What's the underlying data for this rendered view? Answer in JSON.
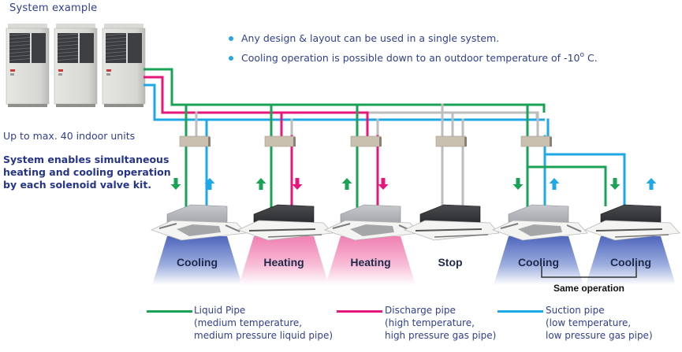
{
  "header": {
    "title": "System example"
  },
  "bullets": [
    {
      "text": "Any design & layout can be used in a single system."
    },
    {
      "text_before": "Cooling operation is possible down to an outdoor temperature of -10",
      "sup": "o",
      "text_after": " C."
    }
  ],
  "side_notes": {
    "max_units": "Up to max. 40 indoor units",
    "enables": "System enables simultaneous heating and cooling operation by each solenoid valve kit."
  },
  "outdoor_units": {
    "count": 3
  },
  "colors": {
    "liquid": "#1aa356",
    "discharge": "#e6177a",
    "suction": "#1ea8e6",
    "inactive": "#bdbdbd",
    "valve_kit": "#c9c0b0",
    "cooling_air": "#5b74c4",
    "heating_air": "#f08cb8",
    "text": "#2f3f8f"
  },
  "indoor_units": [
    {
      "label": "Cooling",
      "mode": "cooling",
      "panel": "white",
      "pipes": [
        "liquid-down",
        "suction-up"
      ]
    },
    {
      "label": "Heating",
      "mode": "heating",
      "panel": "dark",
      "pipes": [
        "liquid-up",
        "discharge-down"
      ]
    },
    {
      "label": "Heating",
      "mode": "heating",
      "panel": "white",
      "pipes": [
        "liquid-up",
        "discharge-down"
      ]
    },
    {
      "label": "Stop",
      "mode": "stop",
      "panel": "dark",
      "pipes": []
    },
    {
      "label": "Cooling",
      "mode": "cooling",
      "panel": "white",
      "pipes": [
        "liquid-down",
        "suction-up"
      ]
    },
    {
      "label": "Cooling",
      "mode": "cooling",
      "panel": "dark",
      "pipes": [
        "liquid-down",
        "suction-up"
      ]
    }
  ],
  "group_note": "Same operation",
  "legend": [
    {
      "key": "liquid",
      "title": "Liquid Pipe",
      "line2": "(medium temperature,",
      "line3": "medium pressure liquid pipe)"
    },
    {
      "key": "discharge",
      "title": "Discharge pipe",
      "line2": "(high temperature,",
      "line3": "high pressure gas pipe)"
    },
    {
      "key": "suction",
      "title": "Suction pipe",
      "line2": "(low temperature,",
      "line3": "low pressure gas pipe)"
    }
  ]
}
